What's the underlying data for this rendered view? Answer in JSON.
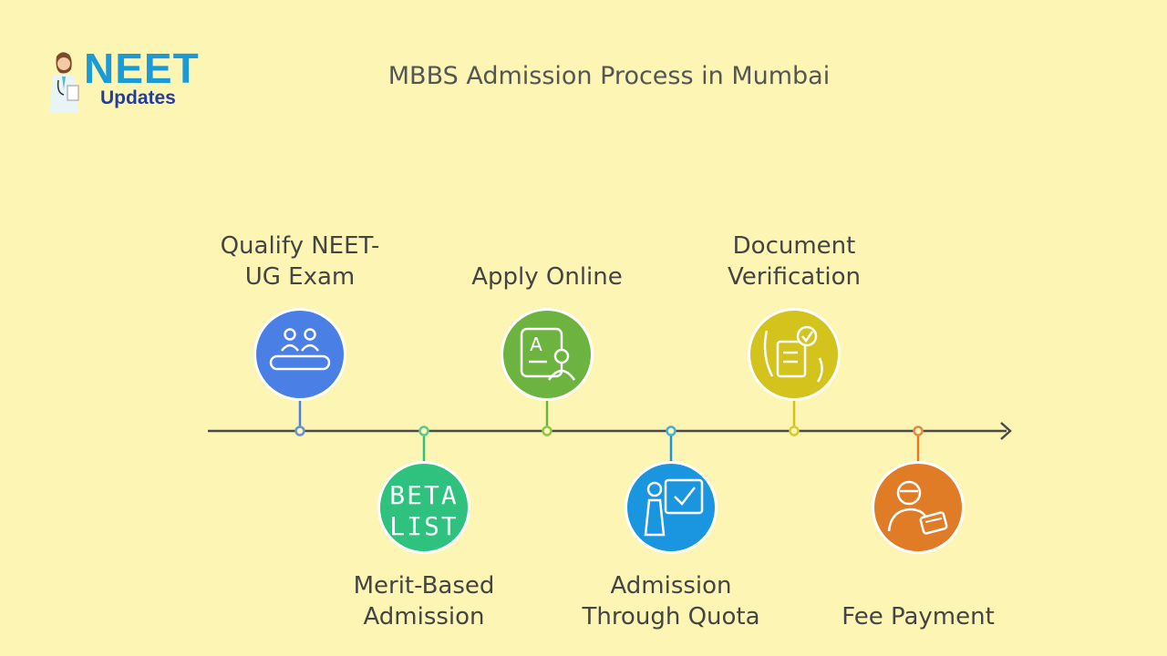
{
  "logo": {
    "word": "NEET",
    "sub": "Updates"
  },
  "title": "MBBS Admission Process in Mumbai",
  "steps": [
    {
      "lines": [
        "Qualify NEET-",
        "UG Exam"
      ],
      "color": "#4a7fe6",
      "dot": "#6a8ed8",
      "icon": "group-class-icon",
      "pos": "above"
    },
    {
      "lines": [
        "Merit-Based",
        "Admission"
      ],
      "color": "#2ec27e",
      "dot": "#5cc991",
      "icon": "beta-list-icon",
      "pos": "below"
    },
    {
      "lines": [
        "",
        "Apply Online"
      ],
      "color": "#6cb43f",
      "dot": "#8ec64e",
      "icon": "application-form-icon",
      "pos": "above"
    },
    {
      "lines": [
        "Admission",
        "Through Quota"
      ],
      "color": "#1a96e0",
      "dot": "#46ade0",
      "icon": "checklist-person-icon",
      "pos": "below"
    },
    {
      "lines": [
        "Document",
        "Verification"
      ],
      "color": "#d4c21d",
      "dot": "#d9cb30",
      "icon": "document-check-icon",
      "pos": "above"
    },
    {
      "lines": [
        "",
        "Fee Payment"
      ],
      "color": "#e07b26",
      "dot": "#e08c48",
      "icon": "payment-icon",
      "pos": "below"
    }
  ]
}
